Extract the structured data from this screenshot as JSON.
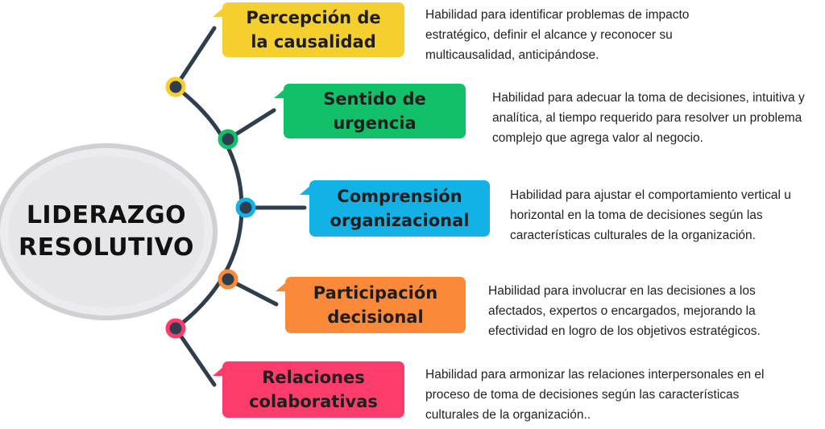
{
  "hub": {
    "title_line1": "LIDERAZGO",
    "title_line2": "RESOLUTIVO"
  },
  "items": [
    {
      "title_line1": "Percepción de",
      "title_line2": "la causalidad",
      "color": "#f5cf2e",
      "description": "Habilidad para identificar problemas de impacto estratégico, definir el alcance y reconocer su multicausalidad, anticipándose."
    },
    {
      "title_line1": "Sentido de",
      "title_line2": "urgencia",
      "color": "#12c06a",
      "description": "Habilidad para adecuar la toma de decisiones, intuitiva y analítica, al tiempo requerido para resolver un problema complejo que agrega valor al negocio."
    },
    {
      "title_line1": "Comprensión",
      "title_line2": "organizacional",
      "color": "#13b2e6",
      "description": "Habilidad para ajustar el comportamiento vertical u horizontal en la toma de decisiones según las características culturales de la organización."
    },
    {
      "title_line1": "Participación",
      "title_line2": "decisional",
      "color": "#fa8a3a",
      "description": "Habilidad para involucrar en las decisiones a los afectados, expertos o encargados, mejorando la efectividad en logro de los objetivos estratégicos."
    },
    {
      "title_line1": "Relaciones",
      "title_line2": "colaborativas",
      "color": "#fc3c6b",
      "description": "Habilidad para armonizar las relaciones interpersonales en el proceso de toma de decisiones según las características culturales de la organización.."
    }
  ],
  "connector_color": "#2f3e4e"
}
